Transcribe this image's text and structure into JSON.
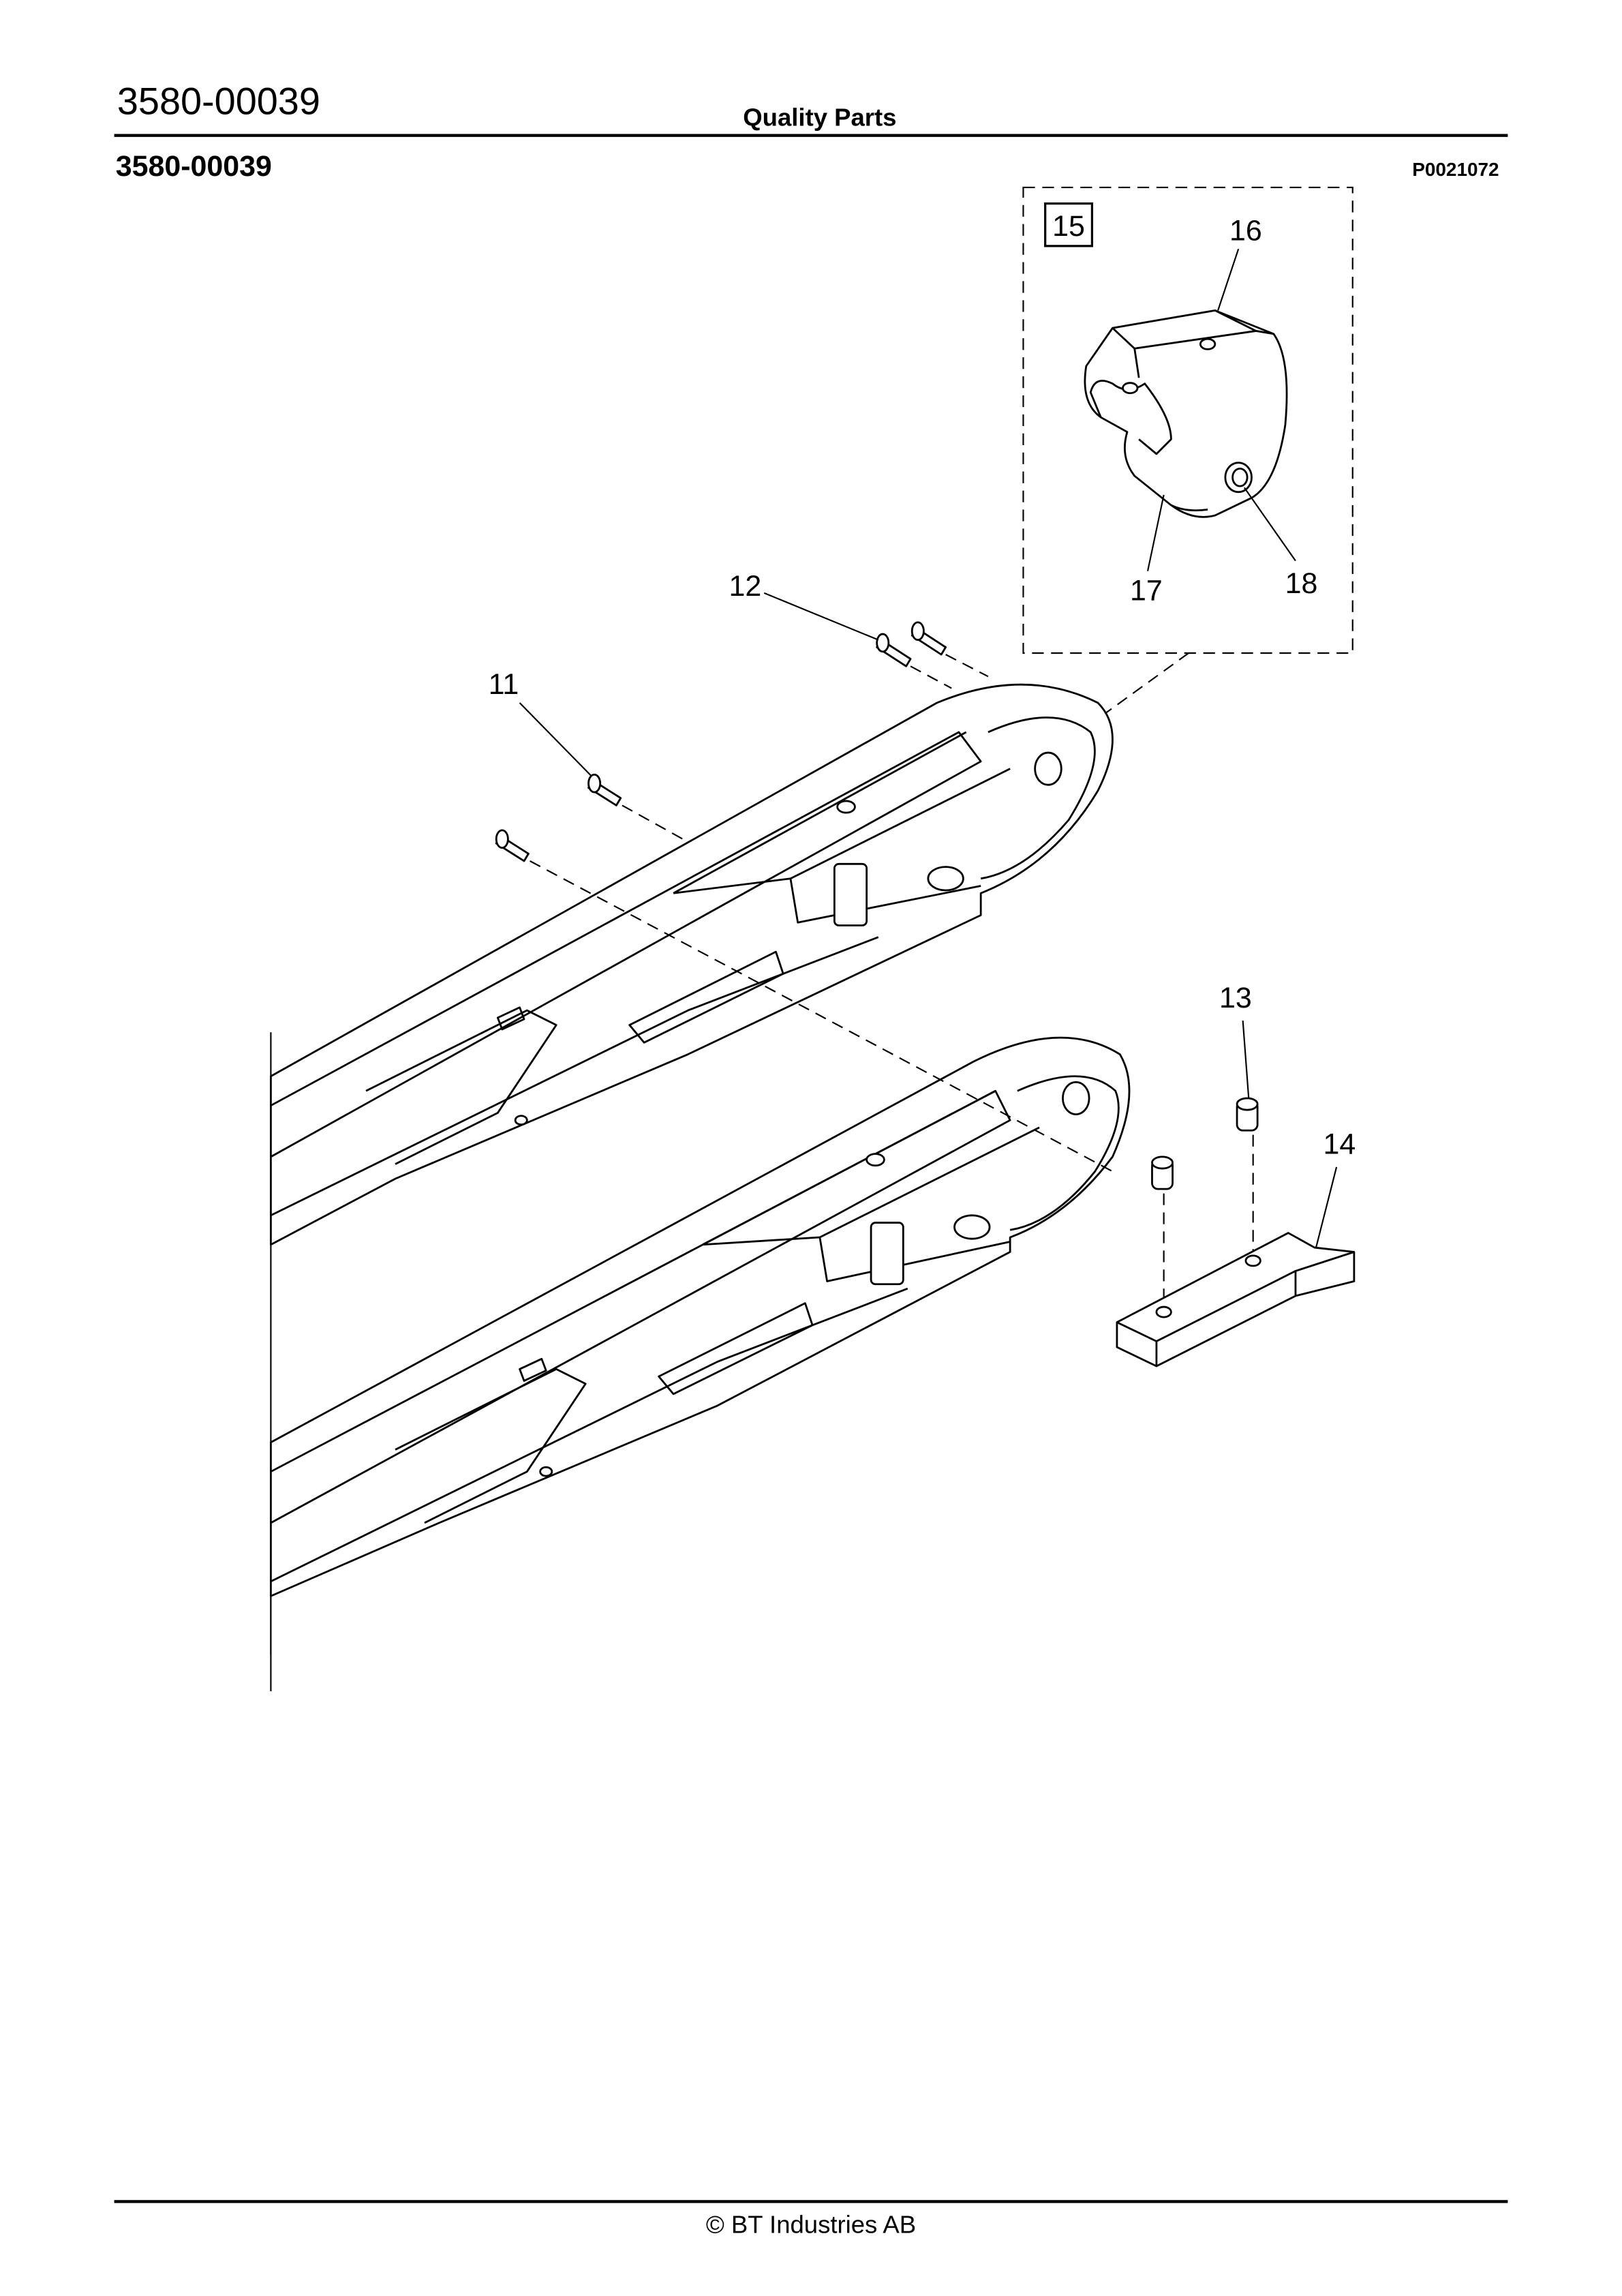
{
  "header": {
    "doc_number": "3580-00039",
    "center_title": "Quality Parts"
  },
  "section": {
    "title": "3580-00039",
    "illustration_id": "P0021072"
  },
  "callouts": {
    "c11": "11",
    "c12": "12",
    "c13": "13",
    "c14": "14",
    "c15": "15",
    "c16": "16",
    "c17": "17",
    "c18": "18"
  },
  "footer": {
    "copyright": "© BT Industries AB"
  }
}
